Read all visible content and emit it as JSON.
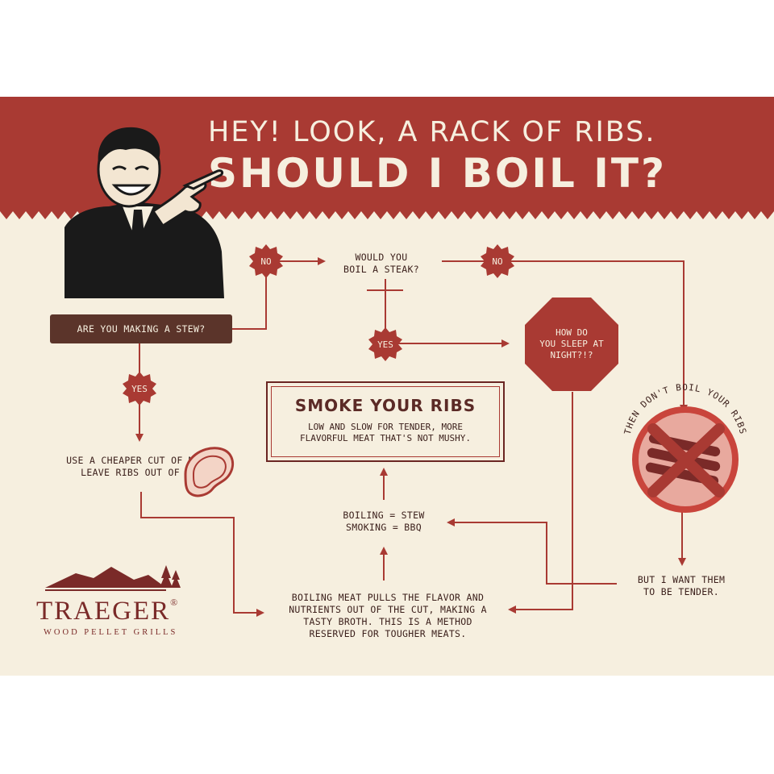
{
  "header": {
    "line1": "HEY! LOOK, A RACK OF RIBS.",
    "line2": "SHOULD I BOIL IT?"
  },
  "flow": {
    "start": "ARE YOU MAKING A STEW?",
    "no_1": "NO",
    "yes_1": "YES",
    "steak_question": "WOULD YOU\nBOIL A STEAK?",
    "no_2": "NO",
    "yes_2": "YES",
    "sleep": "HOW DO\nYOU SLEEP AT\nNIGHT?!?",
    "cheaper_cut": "USE A CHEAPER CUT OF MEAT.\nLEAVE RIBS OUT OF IT.",
    "dont_boil": "THEN DON'T BOIL YOUR RIBS",
    "tender": "BUT I WANT THEM\nTO BE TENDER.",
    "boiling_explain": "BOILING MEAT PULLS THE FLAVOR AND\nNUTRIENTS OUT OF THE CUT, MAKING A\nTASTY BROTH. THIS IS A METHOD\nRESERVED FOR TOUGHER MEATS.",
    "equation": "BOILING = STEW\nSMOKING = BBQ",
    "smoke_title": "SMOKE YOUR RIBS",
    "smoke_sub": "LOW AND SLOW FOR TENDER, MORE\nFLAVORFUL MEAT THAT'S NOT MUSHY."
  },
  "brand": {
    "name": "TRAEGER",
    "registered": "®",
    "tagline": "WOOD PELLET GRILLS"
  },
  "colors": {
    "brand_red": "#a93a33",
    "dark_red": "#6a2522",
    "cream": "#f6efdf",
    "brown": "#5b342a"
  },
  "icons": [
    "mascot-man-illustration",
    "steak-icon",
    "ribs-crossed-icon",
    "mountain-logo-icon",
    "starburst-badge-icon",
    "stop-sign-icon"
  ]
}
